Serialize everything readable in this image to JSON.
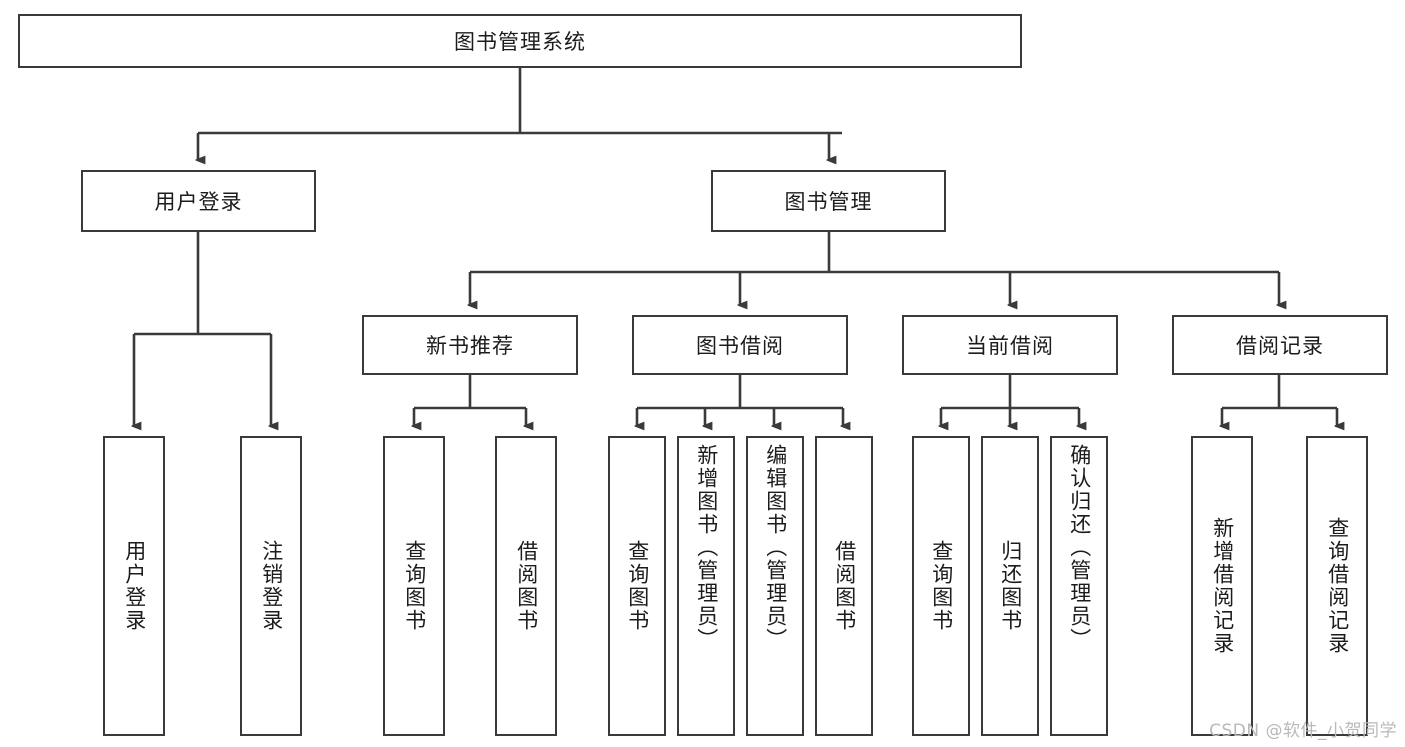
{
  "diagram": {
    "title_node": {
      "label": "图书管理系统"
    },
    "level2": [
      {
        "id": "user-login",
        "label": "用户登录"
      },
      {
        "id": "book-management",
        "label": "图书管理"
      }
    ],
    "level3": [
      {
        "id": "new-book-recommend",
        "label": "新书推荐"
      },
      {
        "id": "book-borrow",
        "label": "图书借阅"
      },
      {
        "id": "current-borrow",
        "label": "当前借阅"
      },
      {
        "id": "borrow-record",
        "label": "借阅记录"
      }
    ],
    "leaves": [
      {
        "id": "leaf-user-login",
        "label": "用户登录",
        "align": "center"
      },
      {
        "id": "leaf-logout-login",
        "label": "注销登录",
        "align": "center"
      },
      {
        "id": "leaf-query-book-1",
        "label": "查询图书",
        "align": "center"
      },
      {
        "id": "leaf-borrow-book-1",
        "label": "借阅图书",
        "align": "center"
      },
      {
        "id": "leaf-query-book-2",
        "label": "查询图书",
        "align": "center"
      },
      {
        "id": "leaf-add-book",
        "label": "新增图书（管理员）",
        "align": "top"
      },
      {
        "id": "leaf-edit-book",
        "label": "编辑图书（管理员）",
        "align": "top"
      },
      {
        "id": "leaf-borrow-book-2",
        "label": "借阅图书",
        "align": "center"
      },
      {
        "id": "leaf-query-book-3",
        "label": "查询图书",
        "align": "center"
      },
      {
        "id": "leaf-return-book",
        "label": "归还图书",
        "align": "center"
      },
      {
        "id": "leaf-confirm-return",
        "label": "确认归还（管理员）",
        "align": "top"
      },
      {
        "id": "leaf-add-borrow-record",
        "label": "新增借阅记录",
        "align": "center"
      },
      {
        "id": "leaf-query-borrow-record",
        "label": "查询借阅记录",
        "align": "center"
      }
    ],
    "watermark": "CSDN @软件_小贺同学",
    "colors": {
      "stroke": "#3a3a3a",
      "text": "#1c1c1c",
      "background": "#ffffff",
      "watermark": "#b9b9b9"
    }
  }
}
